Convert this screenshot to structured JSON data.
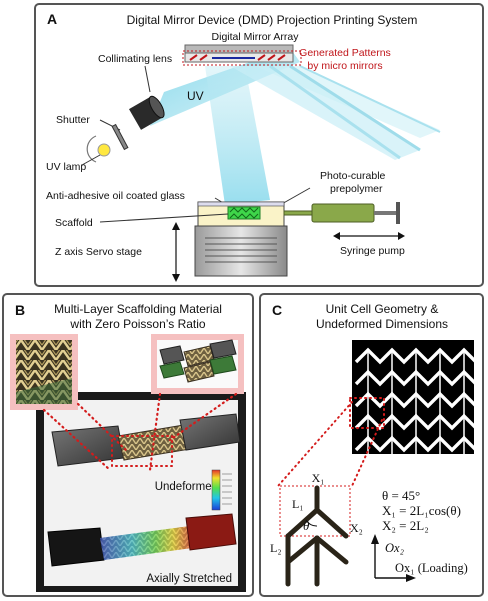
{
  "panel_a": {
    "letter": "A",
    "title": "Digital Mirror Device (DMD) Projection Printing System",
    "mirror_array": "Digital Mirror Array",
    "patterns_line1": "Generated Patterns",
    "patterns_line2": "by micro mirrors",
    "collimating_lens": "Collimating lens",
    "uv": "UV",
    "shutter": "Shutter",
    "uv_lamp": "UV lamp",
    "prepolymer_line1": "Photo-curable",
    "prepolymer_line2": "prepolymer",
    "anti_adhesive": "Anti-adhesive oil coated glass",
    "scaffold": "Scaffold",
    "syringe_pump": "Syringe pump",
    "z_stage": "Z axis Servo stage"
  },
  "panel_b": {
    "letter": "B",
    "title_line1": "Multi-Layer Scaffolding Material",
    "title_line2": "with Zero Poisson’s Ratio",
    "undeformed": "Undeformed",
    "stretched": "Axially Stretched"
  },
  "panel_c": {
    "letter": "C",
    "title_line1": "Unit Cell Geometry &",
    "title_line2": "Undeformed Dimensions",
    "x1": "X₁",
    "x2": "X₂",
    "l1": "L₁",
    "l2": "L₂",
    "theta": "θ",
    "eq1": "θ = 45°",
    "eq2": "X₁ = 2L₁cos(θ)",
    "eq3": "X₂ = 2L₂",
    "ox2": "Ox₂",
    "ox1": "Ox₁ (Loading)"
  },
  "colors": {
    "uv_light": "#9fe0ee",
    "highlight_red": "#c0161b",
    "panel_border": "#555555",
    "scaffold_green": "#3fd64a",
    "syringe_green": "#8aa84a"
  }
}
